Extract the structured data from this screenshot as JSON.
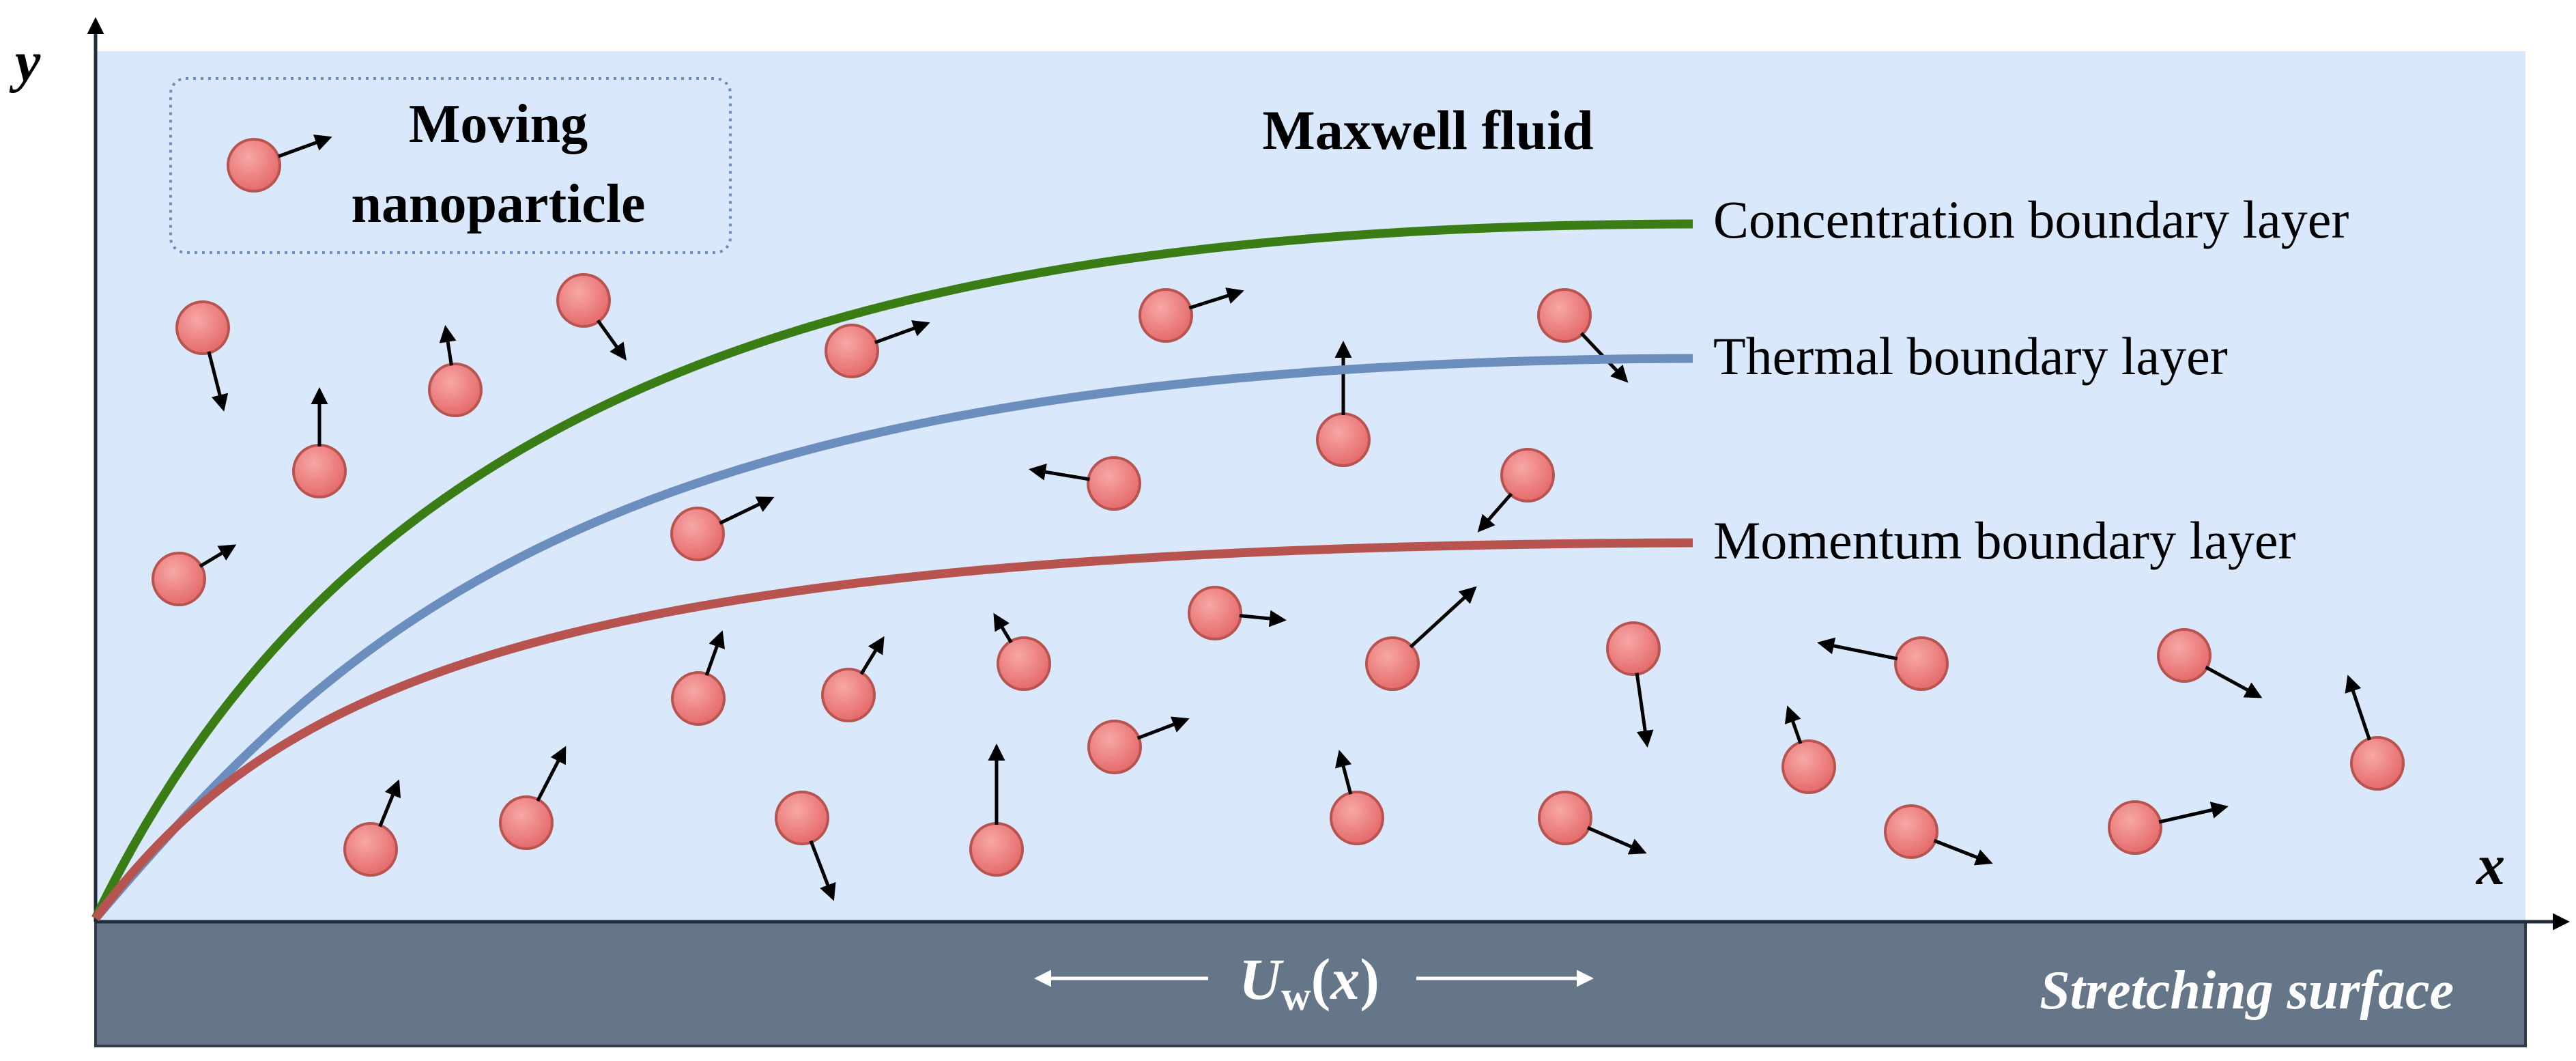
{
  "axes": {
    "x_label": "x",
    "y_label": "y"
  },
  "legend": {
    "line1": "Moving",
    "line2": "nanoparticle"
  },
  "fluid_label": "Maxwell fluid",
  "curves": [
    {
      "id": "concentration",
      "label": "Concentration boundary layer",
      "color": "#3a7d14"
    },
    {
      "id": "thermal",
      "label": "Thermal boundary layer",
      "color": "#6c8ebf"
    },
    {
      "id": "momentum",
      "label": "Momentum boundary layer",
      "color": "#b85450"
    }
  ],
  "surface": {
    "label": "Stretching surface",
    "velocity_main": "U",
    "velocity_sub": "w",
    "velocity_arg": "x"
  },
  "colors": {
    "fluid_background": "#dae8fc",
    "surface": "#647687",
    "particle_fill": "#f08080",
    "particle_stroke": "#b85450",
    "legend_border": "#6c8ebf"
  }
}
